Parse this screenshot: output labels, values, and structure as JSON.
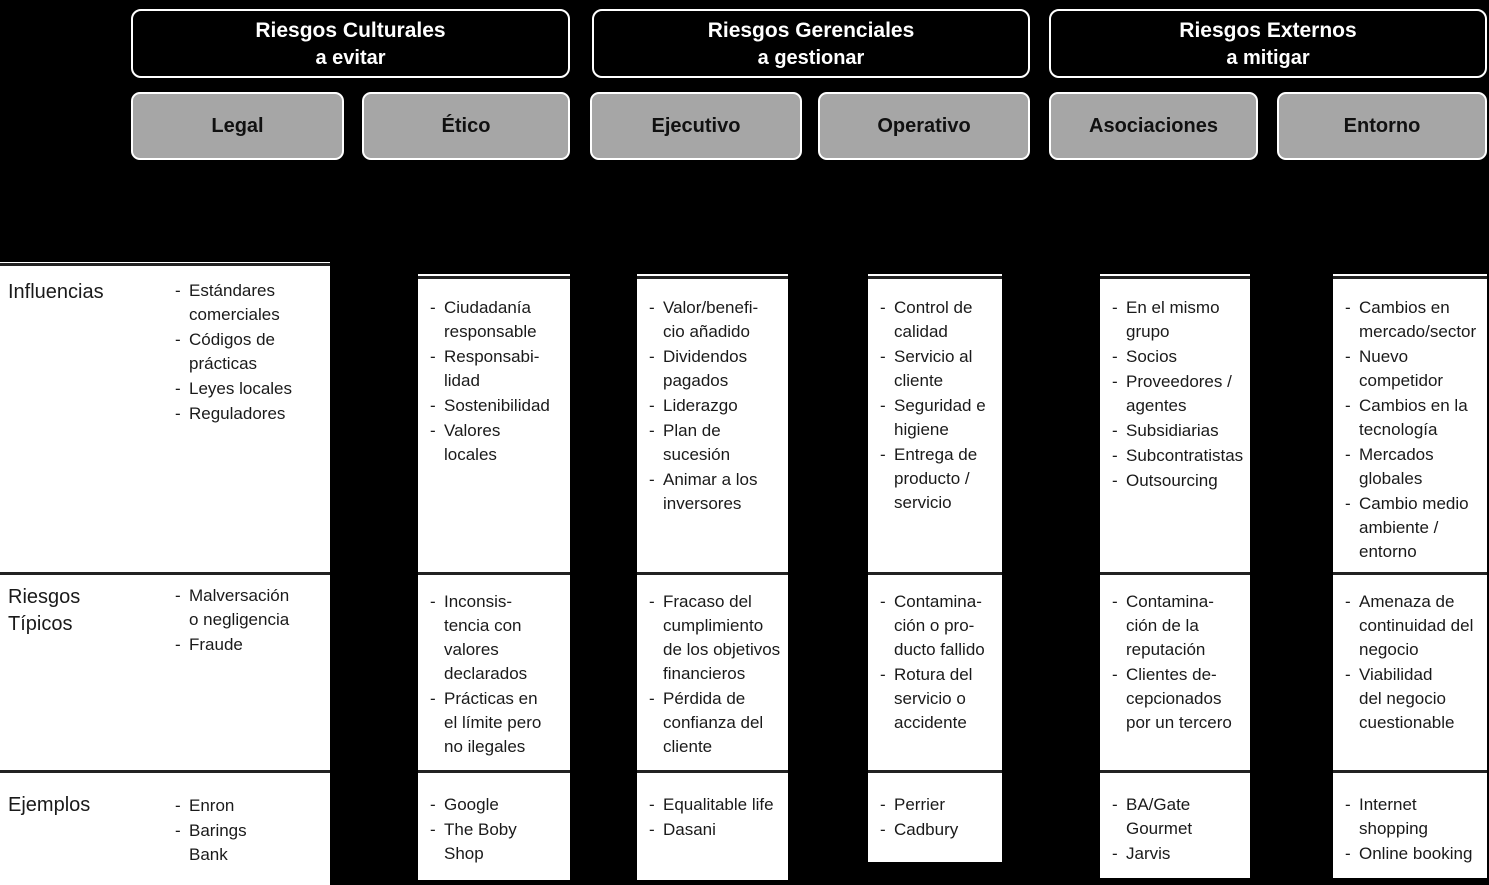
{
  "palette": {
    "background": "#000000",
    "category_box_gray": "#a6a6a6",
    "header_box_black": "#000000",
    "border_white": "#ffffff",
    "divider_line": "#222222",
    "text_dark": "#1a1a1a",
    "text_white": "#ffffff"
  },
  "groups": [
    {
      "title": "Riesgos Culturales",
      "subtitle": "a evitar"
    },
    {
      "title": "Riesgos Gerenciales",
      "subtitle": "a gestionar"
    },
    {
      "title": "Riesgos Externos",
      "subtitle": "a mitigar"
    }
  ],
  "categories": [
    "Legal",
    "Ético",
    "Ejecutivo",
    "Operativo",
    "Asociaciones",
    "Entorno"
  ],
  "row_labels": [
    "Influencias",
    "Riesgos\nTípicos",
    "Ejemplos"
  ],
  "columns": [
    {
      "name": "Legal",
      "influencias": [
        "Estándares\ncomerciales",
        "Códigos de\nprácticas",
        "Leyes locales",
        "Reguladores"
      ],
      "riesgos": [
        "Malversación\no negligencia",
        "Fraude"
      ],
      "ejemplos": [
        "Enron",
        "Barings\nBank"
      ]
    },
    {
      "name": "Ético",
      "influencias": [
        "Ciudadanía\nresponsable",
        "Responsabi-\nlidad",
        "Sostenibilidad",
        "Valores\nlocales"
      ],
      "riesgos": [
        "Inconsis-\ntencia con\nvalores\ndeclarados",
        "Prácticas en\nel límite pero\nno ilegales"
      ],
      "ejemplos": [
        "Google",
        "The Boby\nShop"
      ]
    },
    {
      "name": "Ejecutivo",
      "influencias": [
        "Valor/benefi-\ncio añadido",
        "Dividendos\npagados",
        "Liderazgo",
        "Plan de\nsucesión",
        "Animar a los\ninversores"
      ],
      "riesgos": [
        "Fracaso del\ncumplimiento\nde los objetivos\nfinancieros",
        "Pérdida de\nconfianza del\ncliente"
      ],
      "ejemplos": [
        "Equalitable life",
        "Dasani"
      ]
    },
    {
      "name": "Operativo",
      "influencias": [
        "Control de\ncalidad",
        "Servicio al\ncliente",
        "Seguridad e\nhigiene",
        "Entrega de\nproducto /\nservicio"
      ],
      "riesgos": [
        "Contamina-\nción o pro-\nducto fallido",
        "Rotura del\nservicio o\naccidente"
      ],
      "ejemplos": [
        "Perrier",
        "Cadbury"
      ]
    },
    {
      "name": "Asociaciones",
      "influencias": [
        "En el mismo\ngrupo",
        "Socios",
        "Proveedores /\nagentes",
        "Subsidiarias",
        "Subcontratistas",
        "Outsourcing"
      ],
      "riesgos": [
        "Contamina-\nción de la\nreputación",
        "Clientes de-\ncepcionados\npor un tercero"
      ],
      "ejemplos": [
        "BA/Gate\nGourmet",
        "Jarvis"
      ]
    },
    {
      "name": "Entorno",
      "influencias": [
        "Cambios en\nmercado/sector",
        "Nuevo\ncompetidor",
        "Cambios en la\ntecnología",
        "Mercados\nglobales",
        "Cambio medio\nambiente /\nentorno"
      ],
      "riesgos": [
        "Amenaza de\ncontinuidad del\nnegocio",
        "Viabilidad\ndel negocio\ncuestionable"
      ],
      "ejemplos": [
        "Internet\nshopping",
        "Online booking"
      ]
    }
  ]
}
